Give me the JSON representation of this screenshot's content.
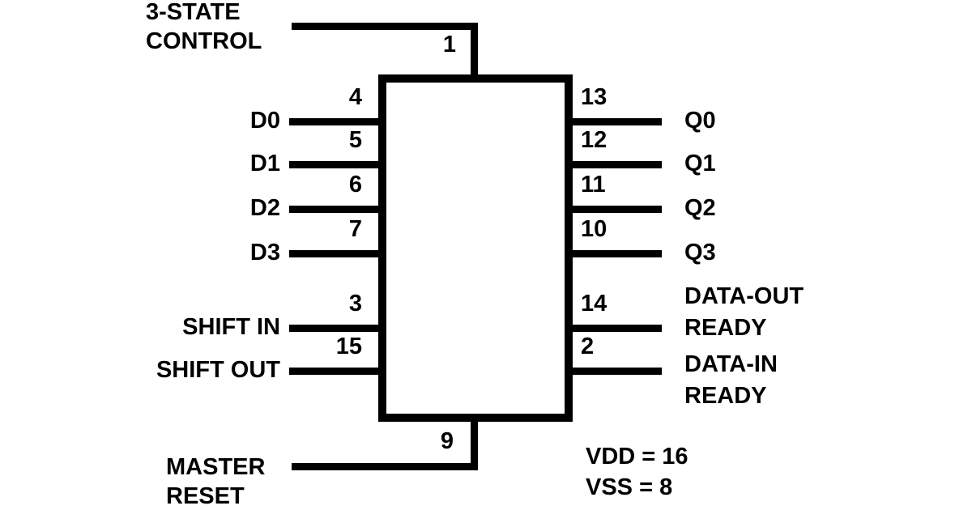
{
  "diagram": {
    "type": "ic-pin-diagram",
    "background_color": "#ffffff",
    "ink_color": "#000000",
    "pins": {
      "top": {
        "number": "1",
        "label_line1": "3-STATE",
        "label_line2": "CONTROL"
      },
      "left": [
        {
          "number": "4",
          "label": "D0"
        },
        {
          "number": "5",
          "label": "D1"
        },
        {
          "number": "6",
          "label": "D2"
        },
        {
          "number": "7",
          "label": "D3"
        },
        {
          "number": "3",
          "label": "SHIFT IN"
        },
        {
          "number": "15",
          "label": "SHIFT OUT"
        }
      ],
      "right": [
        {
          "number": "13",
          "label": "Q0"
        },
        {
          "number": "12",
          "label": "Q1"
        },
        {
          "number": "11",
          "label": "Q2"
        },
        {
          "number": "10",
          "label": "Q3"
        },
        {
          "number": "14",
          "label_line1": "DATA-OUT",
          "label_line2": "READY"
        },
        {
          "number": "2",
          "label_line1": "DATA-IN",
          "label_line2": "READY"
        }
      ],
      "bottom": {
        "number": "9",
        "label_line1": "MASTER",
        "label_line2": "RESET"
      }
    },
    "notes": {
      "vdd": "VDD = 16",
      "vss": "VSS = 8"
    }
  }
}
